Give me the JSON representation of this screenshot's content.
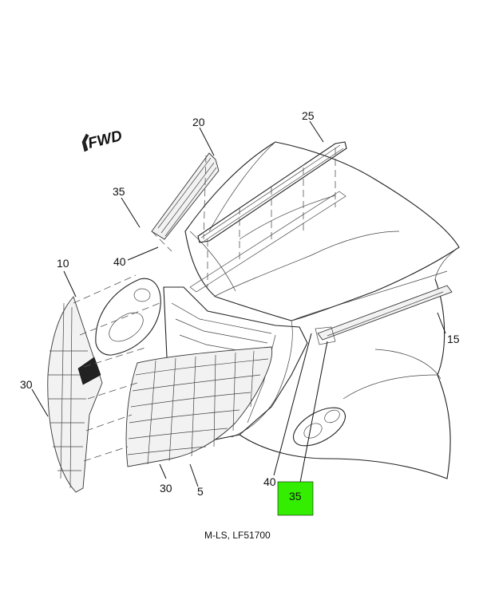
{
  "diagram": {
    "direction_label": "FWD",
    "caption": "M-LS, LF51700",
    "callouts": {
      "c20": "20",
      "c25": "25",
      "c35_top": "35",
      "c40_top": "40",
      "c10": "10",
      "c15": "15",
      "c30_left": "30",
      "c30_bottom": "30",
      "c5": "5",
      "c40_bottom": "40",
      "c35_highlight": "35"
    },
    "highlight_color": "#33ee00"
  }
}
